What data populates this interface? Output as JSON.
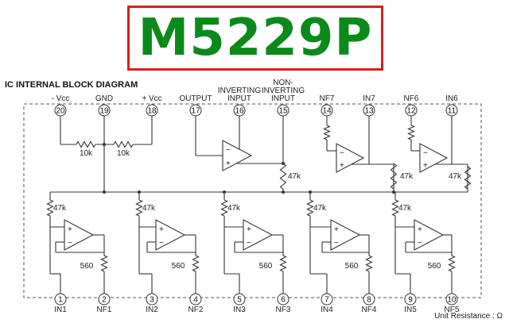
{
  "title": "M5229P",
  "diagram_title": "IC INTERNAL BLOCK DIAGRAM",
  "top_pins": [
    {
      "num": "20",
      "label": "- Vcc"
    },
    {
      "num": "19",
      "label": "GND"
    },
    {
      "num": "18",
      "label": "+ Vcc"
    },
    {
      "num": "17",
      "label": "OUTPUT"
    },
    {
      "num": "16",
      "label": "INVERTING|INPUT"
    },
    {
      "num": "15",
      "label": "NON-|INVERTING|INPUT"
    },
    {
      "num": "14",
      "label": "NF7"
    },
    {
      "num": "13",
      "label": "IN7"
    },
    {
      "num": "12",
      "label": "NF6"
    },
    {
      "num": "11",
      "label": "IN6"
    }
  ],
  "bottom_pins": [
    {
      "num": "1",
      "label": "IN1"
    },
    {
      "num": "2",
      "label": "NF1"
    },
    {
      "num": "3",
      "label": "IN2"
    },
    {
      "num": "4",
      "label": "NF2"
    },
    {
      "num": "5",
      "label": "IN3"
    },
    {
      "num": "6",
      "label": "NF3"
    },
    {
      "num": "7",
      "label": "IN4"
    },
    {
      "num": "8",
      "label": "NF4"
    },
    {
      "num": "9",
      "label": "IN5"
    },
    {
      "num": "10",
      "label": "NF5"
    }
  ],
  "divider_resistors": [
    "10k",
    "10k"
  ],
  "resistor_47k": "47k",
  "resistor_560": "560",
  "op_minus": "−",
  "op_plus": "+",
  "footnote": "Unit Resistance : Ω",
  "colors": {
    "title_text": "#0b8a1b",
    "title_border": "#d81e1e",
    "ink": "#333333"
  }
}
